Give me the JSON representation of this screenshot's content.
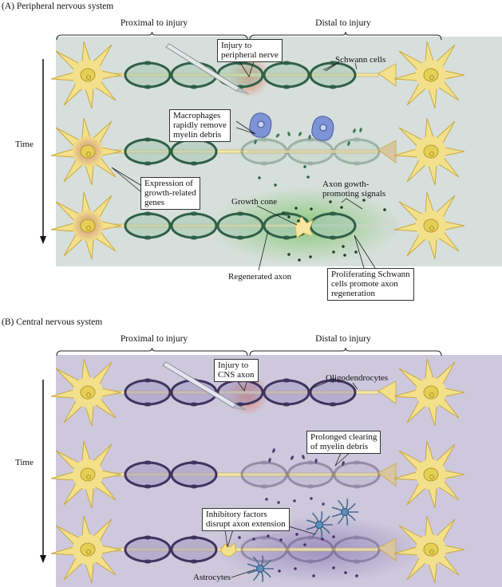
{
  "figure": {
    "panel_a": {
      "title": "(A)  Peripheral nervous system",
      "proximal_label": "Proximal to injury",
      "distal_label": "Distal to injury",
      "time_label": "Time",
      "callouts": {
        "injury": [
          "Injury to",
          "peripheral nerve"
        ],
        "schwann": "Schwann cells",
        "macrophages": [
          "Macrophages",
          "rapidly remove",
          "myelin debris"
        ],
        "expression": [
          "Expression of",
          "growth-related",
          "genes"
        ],
        "growth_cone": "Growth cone",
        "signals": [
          "Axon gowth-",
          "promoting signals"
        ],
        "regenerated": "Regenerated axon",
        "proliferating": [
          "Proliferating Schwann",
          "cells promote axon",
          "regeneration"
        ]
      },
      "colors": {
        "background": "#d6dfdb",
        "sheath": "#2f5f48",
        "sheath_fill": "#a9c9b4",
        "growth_glow": "#7fc46a"
      }
    },
    "panel_b": {
      "title": "(B)  Central nervous system",
      "proximal_label": "Proximal to injury",
      "distal_label": "Distal to injury",
      "time_label": "Time",
      "callouts": {
        "injury": [
          "Injury to",
          "CNS axon"
        ],
        "oligodendrocytes": "Oligodendrocytes",
        "prolonged": [
          "Prolonged clearing",
          "of myelin debris"
        ],
        "inhibitory": [
          "Inhibitory factors",
          "disrupt axon extension"
        ],
        "astrocytes": "Astrocytes"
      },
      "colors": {
        "background": "#cdc8dc",
        "sheath": "#3d3460",
        "sheath_fill": "#a79cc4",
        "astrocyte": "#5b8fbf"
      }
    },
    "colors": {
      "neuron": "#f3e08a",
      "neuron_edge": "#c9a842",
      "axon": "#f5e7a8",
      "injury": "#e8623a",
      "macrophage": "#7d93d6"
    }
  }
}
